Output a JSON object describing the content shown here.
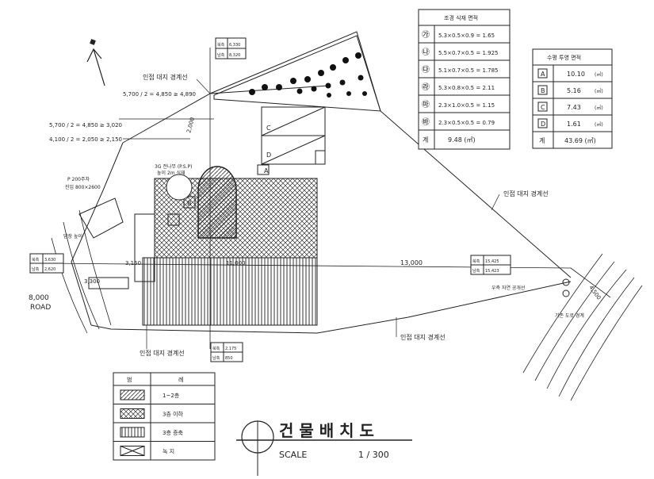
{
  "plan": {
    "title": "건 물 배 치 도",
    "scale_label": "SCALE",
    "scale_value": "1  /  300",
    "road_width": "8,000",
    "road_label": "ROAD",
    "north_arrow": "north-arrow-icon"
  },
  "boundary_labels": [
    "인접 대지 경계선",
    "인접 대지 경계선",
    "인접 대지 경계선",
    "인접 대지 경계선"
  ],
  "dimensions": {
    "top_setback": "5,700 / 2 = 4,850 ≥ 4,890",
    "left_setback_1": "5,700 / 2 = 4,850 ≥ 3,020",
    "left_setback_2": "4,100 / 2 = 2,050 ≥ 2,150",
    "long_dim": "13,000",
    "short_dim": "3,150",
    "mid_dim": "11,000",
    "vert_dim": "2,000",
    "right_dim": "4,500",
    "small_dim": "3,300"
  },
  "top_box": {
    "row1_label": "북측",
    "row1_value": "6,330",
    "row2_label": "남측",
    "row2_value": "8,320"
  },
  "left_box": {
    "row1_label": "북측",
    "row1_value": "3,630",
    "row2_label": "남측",
    "row2_value": "2,620"
  },
  "bottom_box": {
    "row1_label": "북측",
    "row1_value": "2,175",
    "row2_label": "남측",
    "row2_value": "850"
  },
  "right_box": {
    "row1_label": "북측",
    "row1_value": "15,425",
    "row2_label": "남측",
    "row2_value": "15,423"
  },
  "annotations": {
    "tree_note": "3G 전나무 (P.S.P)",
    "tree_note2": "높이 2m 식재",
    "parking_note": "P 200주차",
    "entry_note": "진입 800×2600",
    "wall_note": "담장 높이",
    "right_note": "우측 자연 공개선",
    "right_note2": "기존 도로 경계",
    "area_a": "A",
    "area_b": "B",
    "area_c": "C",
    "area_d": "D"
  },
  "tree_table": {
    "header": "조경 식재 면적",
    "rows": [
      {
        "mark": "㉮",
        "formula": "5.3×0.5×0.9 = 1.65"
      },
      {
        "mark": "㉯",
        "formula": "5.5×0.7×0.5 = 1.925"
      },
      {
        "mark": "㉰",
        "formula": "5.1×0.7×0.5 = 1.785"
      },
      {
        "mark": "㉱",
        "formula": "5.3×0.8×0.5 = 2.11"
      },
      {
        "mark": "㉲",
        "formula": "2.3×1.0×0.5 = 1.15"
      },
      {
        "mark": "㉳",
        "formula": "2.3×0.5×0.5 = 0.79"
      }
    ],
    "total_label": "계",
    "total_value": "9.48 (㎡)"
  },
  "area_table": {
    "header": "수평 투영 면적",
    "rows": [
      {
        "mark": "A",
        "value": "10.10",
        "unit": "(㎡)"
      },
      {
        "mark": "B",
        "value": "5.16",
        "unit": "(㎡)"
      },
      {
        "mark": "C",
        "value": "7.43",
        "unit": "(㎡)"
      },
      {
        "mark": "D",
        "value": "1.61",
        "unit": "(㎡)"
      }
    ],
    "total_label": "계",
    "total_value": "43.69 (㎡)"
  },
  "legend": {
    "header_left": "범",
    "header_right": "례",
    "rows": [
      {
        "label": "1~2층"
      },
      {
        "label": "3층 이하"
      },
      {
        "label": "3층 증축"
      },
      {
        "label": "녹 지"
      }
    ]
  }
}
